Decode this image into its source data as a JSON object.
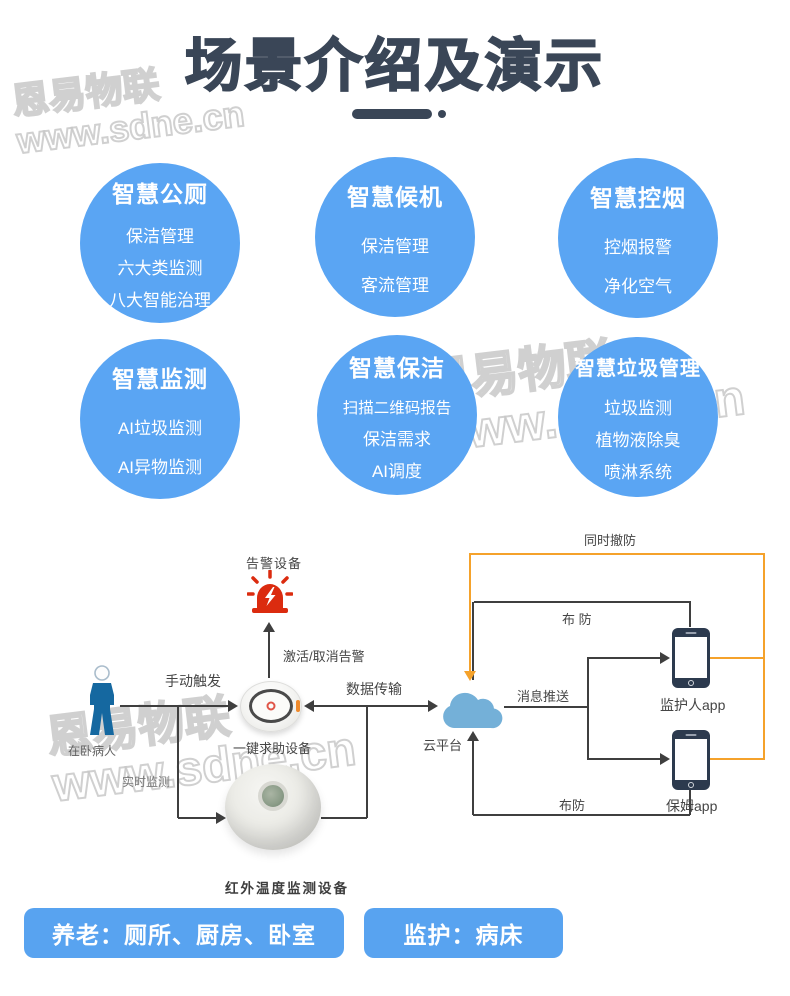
{
  "header": {
    "title": "场景介绍及演示"
  },
  "watermark": {
    "line1": "恩易物联",
    "line2": "www.sdne.cn"
  },
  "features": [
    {
      "title": "智慧公厕",
      "items": [
        "保洁管理",
        "六大类监测",
        "八大智能治理"
      ]
    },
    {
      "title": "智慧候机",
      "items": [
        "保洁管理",
        "客流管理"
      ]
    },
    {
      "title": "智慧控烟",
      "items": [
        "控烟报警",
        "净化空气"
      ]
    },
    {
      "title": "智慧监测",
      "items": [
        "AI垃圾监测",
        "AI异物监测"
      ]
    },
    {
      "title": "智慧保洁",
      "items": [
        "扫描二维码报告",
        "保洁需求",
        "AI调度"
      ]
    },
    {
      "title": "智慧垃圾管理",
      "items": [
        "垃圾监测",
        "植物液除臭",
        "喷淋系统"
      ]
    }
  ],
  "diagram": {
    "nodes": {
      "alarm_device": "告警设备",
      "patient": "在卧病人",
      "help_device": "一键求助设备",
      "infrared_device": "红外温度监测设备",
      "cloud": "云平台",
      "guardian_app": "监护人app",
      "nanny_app": "保姆app"
    },
    "edges": {
      "activate_cancel": "激活/取消告警",
      "manual_trigger": "手动触发",
      "realtime_monitor": "实时监测",
      "data_transfer": "数据传输",
      "message_push": "消息推送",
      "disarm_both": "同时撤防",
      "arm_top": "布 防",
      "arm_bottom": "布防"
    },
    "colors": {
      "line": "#3F3F3F",
      "orange": "#F5A22B",
      "alarm_red": "#DB2B0F",
      "cloud_blue": "#74B0D8",
      "phone_body": "#2C3A4E",
      "person_blue": "#1568A0"
    }
  },
  "footer": {
    "buttons": [
      {
        "label": "养老：厕所、厨房、卧室"
      },
      {
        "label": "监护：病床"
      }
    ]
  },
  "colors": {
    "title": "#3A4657",
    "circle_blue": "#5AA5F3",
    "button_blue": "#58A3F0",
    "watermark_gray": "#C8C8C8"
  }
}
